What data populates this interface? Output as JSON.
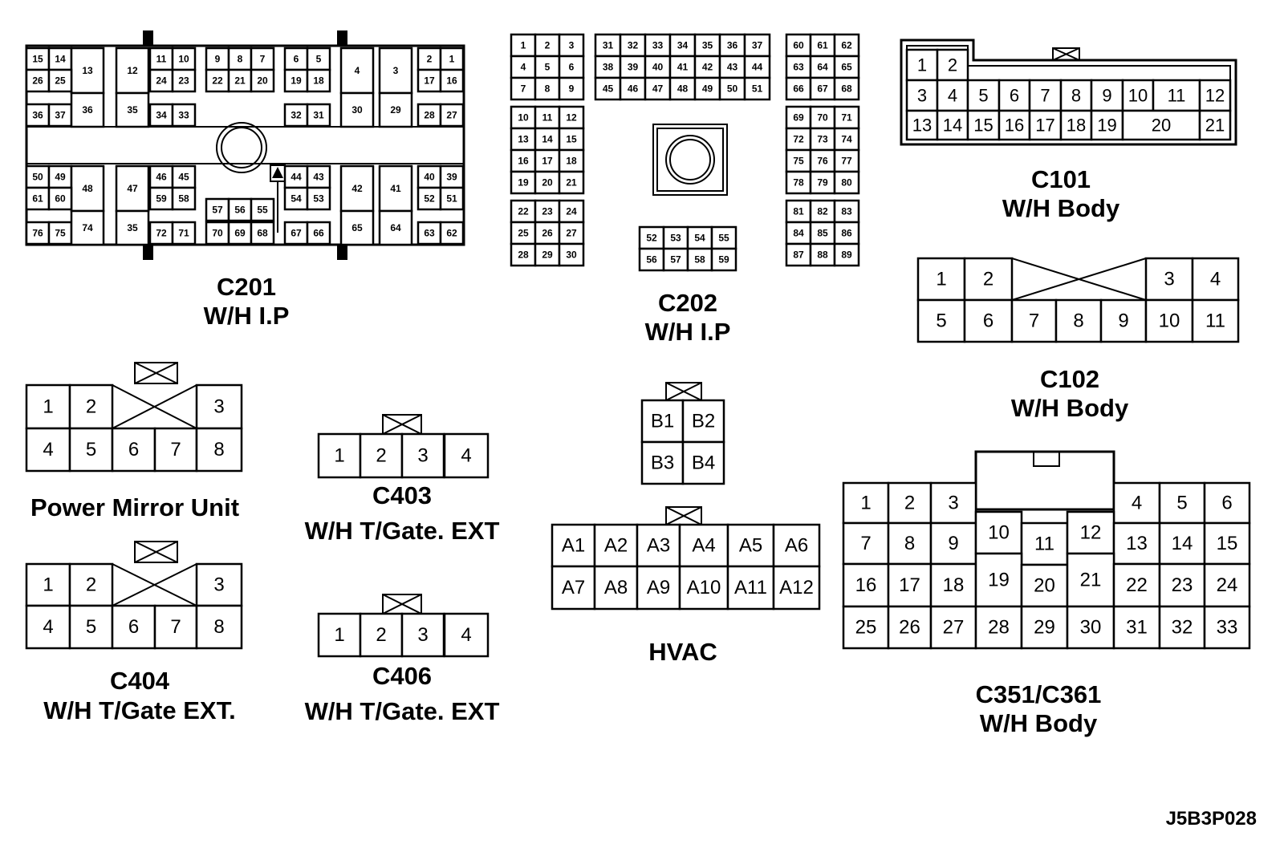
{
  "connectors": {
    "c201": {
      "name": "C201",
      "desc": "W/H I.P",
      "pins": [
        "15",
        "14",
        "13",
        "12",
        "11",
        "10",
        "9",
        "8",
        "7",
        "6",
        "5",
        "4",
        "3",
        "2",
        "1",
        "26",
        "25",
        "24",
        "23",
        "22",
        "21",
        "20",
        "19",
        "18",
        "17",
        "16",
        "36",
        "37",
        "36",
        "35",
        "34",
        "33",
        "32",
        "31",
        "30",
        "29",
        "28",
        "27",
        "50",
        "49",
        "48",
        "47",
        "46",
        "45",
        "44",
        "43",
        "42",
        "41",
        "40",
        "39",
        "61",
        "60",
        "59",
        "58",
        "57",
        "56",
        "55",
        "54",
        "53",
        "52",
        "51",
        "76",
        "75",
        "74",
        "35",
        "72",
        "71",
        "70",
        "69",
        "68",
        "67",
        "66",
        "65",
        "64",
        "63",
        "62"
      ]
    },
    "c202": {
      "name": "C202",
      "desc": "W/H I.P",
      "pins": [
        "1",
        "2",
        "3",
        "4",
        "5",
        "6",
        "7",
        "8",
        "9",
        "10",
        "11",
        "12",
        "13",
        "14",
        "15",
        "16",
        "17",
        "18",
        "19",
        "20",
        "21",
        "22",
        "23",
        "24",
        "25",
        "26",
        "27",
        "28",
        "29",
        "30",
        "31",
        "32",
        "33",
        "34",
        "35",
        "36",
        "37",
        "38",
        "39",
        "40",
        "41",
        "42",
        "43",
        "44",
        "45",
        "46",
        "47",
        "48",
        "49",
        "50",
        "51",
        "52",
        "53",
        "54",
        "55",
        "56",
        "57",
        "58",
        "59",
        "60",
        "61",
        "62",
        "63",
        "64",
        "65",
        "66",
        "67",
        "68",
        "69",
        "70",
        "71",
        "72",
        "73",
        "74",
        "75",
        "76",
        "77",
        "78",
        "79",
        "80",
        "81",
        "82",
        "83",
        "84",
        "85",
        "86",
        "87",
        "88",
        "89"
      ]
    },
    "c101": {
      "name": "C101",
      "desc": "W/H Body",
      "pins": [
        "1",
        "2",
        "3",
        "4",
        "5",
        "6",
        "7",
        "8",
        "9",
        "10",
        "11",
        "12",
        "13",
        "14",
        "15",
        "16",
        "17",
        "18",
        "19",
        "20",
        "21"
      ]
    },
    "c102": {
      "name": "C102",
      "desc": "W/H Body",
      "pins": [
        "1",
        "2",
        "3",
        "4",
        "5",
        "6",
        "7",
        "8",
        "9",
        "10",
        "11"
      ]
    },
    "mirror": {
      "name": "Power Mirror Unit",
      "pins": [
        "1",
        "2",
        "3",
        "4",
        "5",
        "6",
        "7",
        "8"
      ]
    },
    "c403": {
      "name": "C403",
      "desc": "W/H T/Gate. EXT",
      "pins": [
        "1",
        "2",
        "3",
        "4"
      ]
    },
    "c404": {
      "name": "C404",
      "desc": "W/H T/Gate EXT.",
      "pins": [
        "1",
        "2",
        "3",
        "4",
        "5",
        "6",
        "7",
        "8"
      ]
    },
    "c406": {
      "name": "C406",
      "desc": "W/H T/Gate. EXT",
      "pins": [
        "1",
        "2",
        "3",
        "4"
      ]
    },
    "hvac_b": {
      "pins": [
        "B1",
        "B2",
        "B3",
        "B4"
      ]
    },
    "hvac_a": {
      "name": "HVAC",
      "pins": [
        "A1",
        "A2",
        "A3",
        "A4",
        "A5",
        "A6",
        "A7",
        "A8",
        "A9",
        "A10",
        "A11",
        "A12"
      ]
    },
    "c351": {
      "name": "C351/C361",
      "desc": "W/H Body",
      "pins": [
        "1",
        "2",
        "3",
        "4",
        "5",
        "6",
        "7",
        "8",
        "9",
        "10",
        "11",
        "12",
        "13",
        "14",
        "15",
        "16",
        "17",
        "18",
        "19",
        "20",
        "21",
        "22",
        "23",
        "24",
        "25",
        "26",
        "27",
        "28",
        "29",
        "30",
        "31",
        "32",
        "33"
      ]
    }
  },
  "figure_code": "J5B3P028"
}
